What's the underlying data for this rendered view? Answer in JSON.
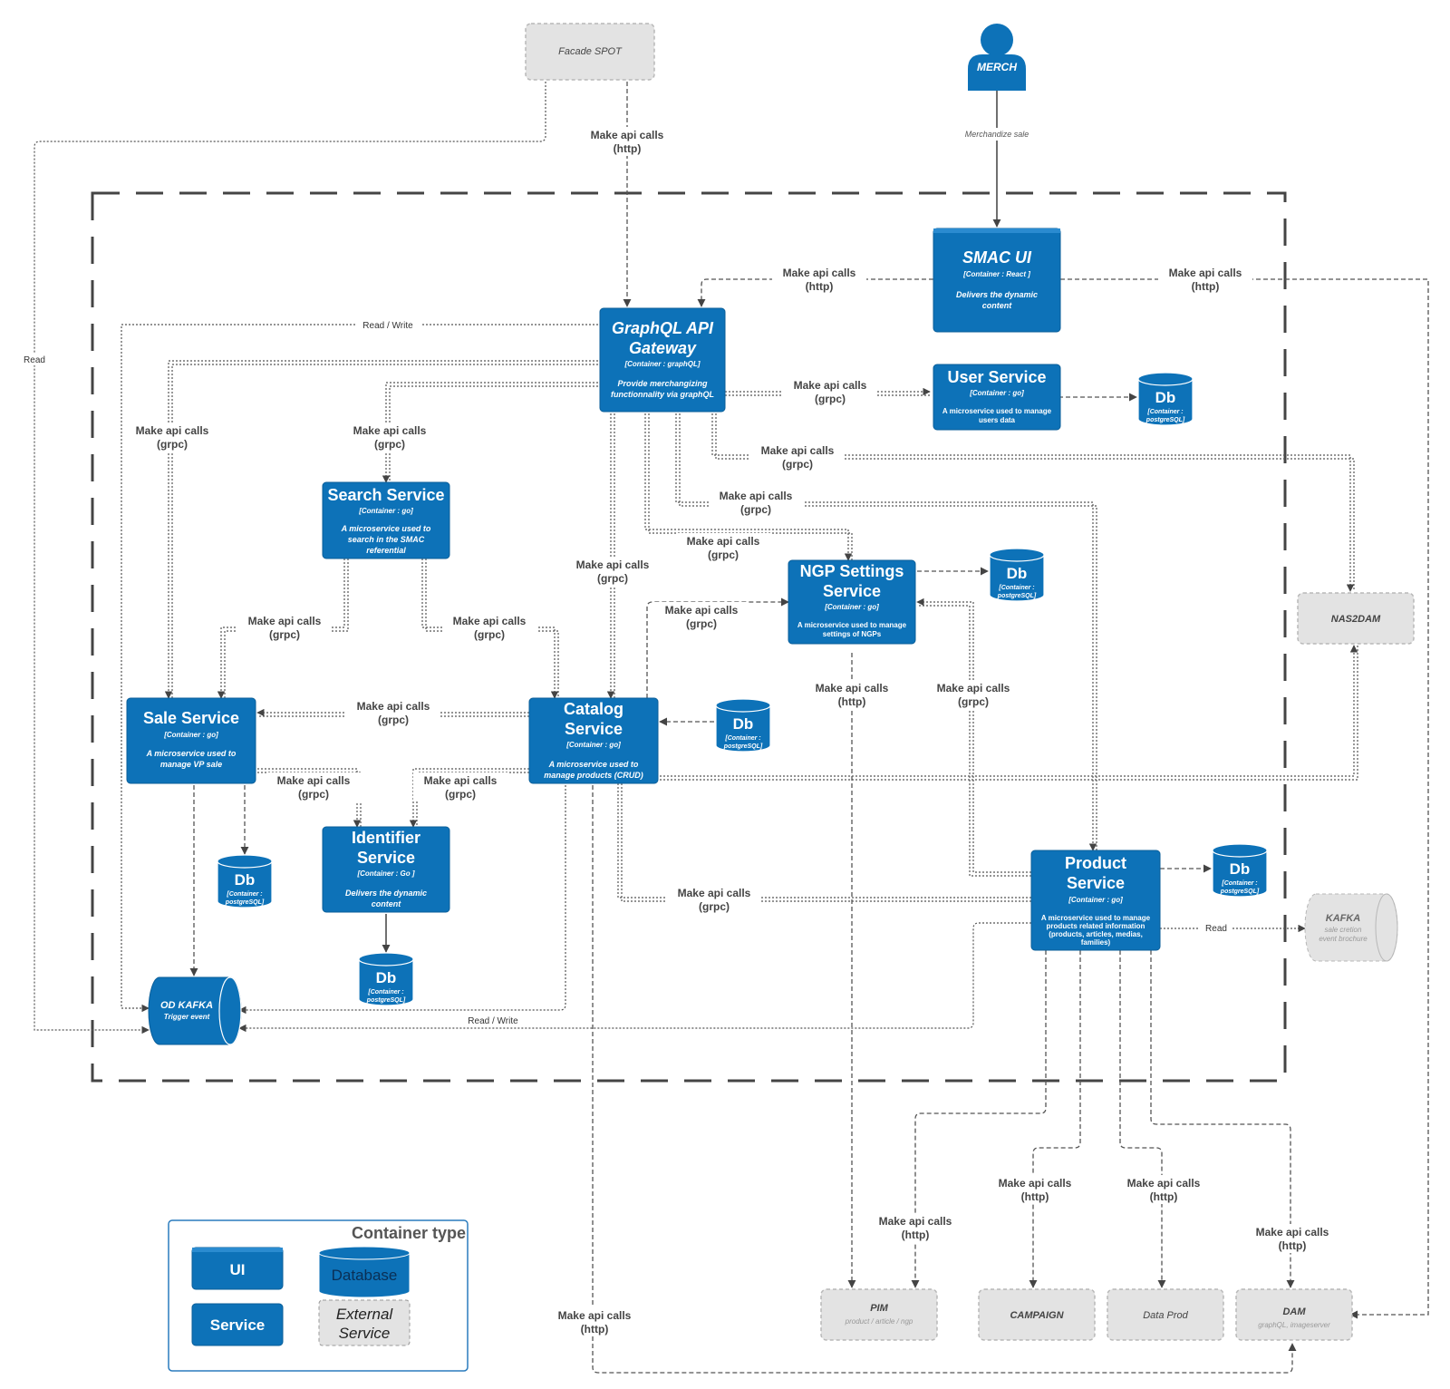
{
  "people": [
    {
      "id": "merch",
      "label": "MERCH",
      "description": "Merchandize sale"
    }
  ],
  "services": [
    {
      "id": "smac_ui",
      "title_lines": [
        "SMAC UI"
      ],
      "tech": "[Container : React ]",
      "desc_lines": [
        "Delivers the dynamic",
        "content"
      ]
    },
    {
      "id": "graphql",
      "title_lines": [
        "GraphQL API",
        "Gateway"
      ],
      "tech": "[Container : graphQL]",
      "desc_lines": [
        "Provide merchangizing",
        "functionnality via graphQL"
      ]
    },
    {
      "id": "user",
      "title_lines": [
        "User Service"
      ],
      "tech": "[Container : go]",
      "desc_lines": [
        "A microservice used to manage",
        "users data"
      ]
    },
    {
      "id": "search",
      "title_lines": [
        "Search Service"
      ],
      "tech": "[Container : go]",
      "desc_lines": [
        "A microservice used to",
        "search in the SMAC",
        "referential"
      ]
    },
    {
      "id": "ngp",
      "title_lines": [
        "NGP Settings",
        "Service"
      ],
      "tech": "[Container : go]",
      "desc_lines": [
        "A microservice used to manage",
        "settings of NGPs"
      ]
    },
    {
      "id": "sale",
      "title_lines": [
        "Sale Service"
      ],
      "tech": "[Container : go]",
      "desc_lines": [
        "A microservice used to",
        "manage VP sale"
      ]
    },
    {
      "id": "catalog",
      "title_lines": [
        "Catalog",
        "Service"
      ],
      "tech": "[Container : go]",
      "desc_lines": [
        "A microservice used to",
        "manage products (CRUD)"
      ]
    },
    {
      "id": "identifier",
      "title_lines": [
        "Identifier",
        "Service"
      ],
      "tech": "[Container : Go ]",
      "desc_lines": [
        "Delivers the dynamic",
        "content"
      ]
    },
    {
      "id": "product",
      "title_lines": [
        "Product",
        "Service"
      ],
      "tech": "[Container : go]",
      "desc_lines": [
        "A microservice used to manage",
        "products related information",
        "(products, articles, medias,",
        "families)"
      ]
    }
  ],
  "databases": [
    {
      "id": "db_user",
      "title": "Db",
      "tech": "[Container :",
      "tech2": "postgreSQL]"
    },
    {
      "id": "db_ngp",
      "title": "Db",
      "tech": "[Container :",
      "tech2": "postgreSQL]"
    },
    {
      "id": "db_catalog",
      "title": "Db",
      "tech": "[Container :",
      "tech2": "postgreSQL]"
    },
    {
      "id": "db_sale",
      "title": "Db",
      "tech": "[Container :",
      "tech2": "postgreSQL]"
    },
    {
      "id": "db_identifier",
      "title": "Db",
      "tech": "[Container :",
      "tech2": "postgreSQL]"
    },
    {
      "id": "db_product",
      "title": "Db",
      "tech": "[Container :",
      "tech2": "postgreSQL]"
    }
  ],
  "queues": [
    {
      "id": "od_kafka",
      "title": "OD KAFKA",
      "subtitle": "Trigger event"
    },
    {
      "id": "kafka",
      "title": "KAFKA",
      "subtitle": "sale cretion",
      "subtitle2": "event brochure"
    }
  ],
  "externals": [
    {
      "id": "facade",
      "title": "Facade SPOT",
      "subtitle": ""
    },
    {
      "id": "nas2dam",
      "title": "NAS2DAM",
      "subtitle": ""
    },
    {
      "id": "pim",
      "title": "PIM",
      "subtitle": "product / article / ngp"
    },
    {
      "id": "campaign",
      "title": "CAMPAIGN",
      "subtitle": ""
    },
    {
      "id": "dataprod",
      "title": "Data Prod",
      "subtitle": ""
    },
    {
      "id": "dam",
      "title": "DAM",
      "subtitle": "graphQL, imageserver"
    }
  ],
  "labels": {
    "make_api_calls": "Make api calls",
    "http": "(http)",
    "grpc": "(grpc)",
    "read": "Read",
    "read_write": "Read / Write"
  },
  "legend": {
    "title": "Container type",
    "ui": "UI",
    "database": "Database",
    "service": "Service",
    "external_line1": "External",
    "external_line2": "Service"
  },
  "colors": {
    "service": "#0d72b8",
    "external": "#e3e3e3",
    "edge": "#555555"
  }
}
